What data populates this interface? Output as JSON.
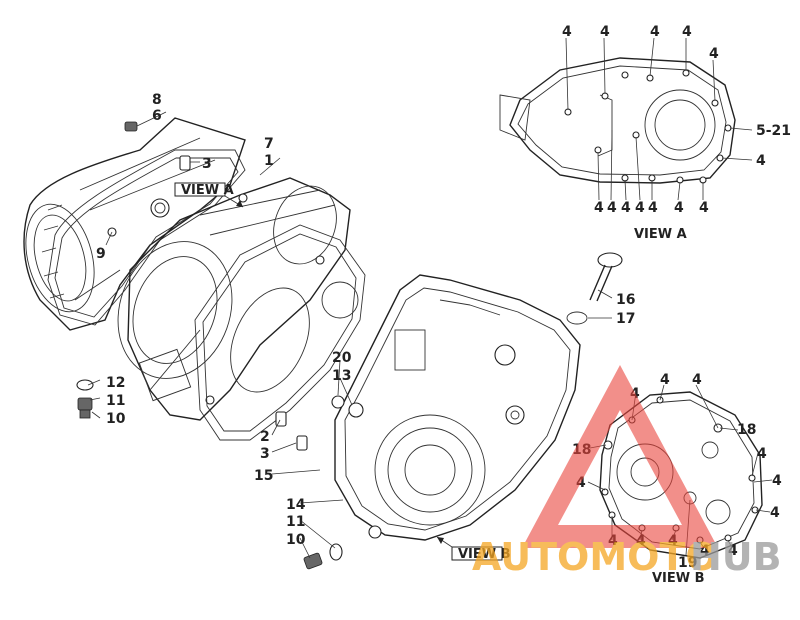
{
  "diagram": {
    "view_labels": {
      "view_a_caption": "VIEW A",
      "view_a_pointer": "VIEW A",
      "view_b_caption": "VIEW B",
      "view_b_pointer": "VIEW B"
    },
    "callouts": {
      "c8": "8",
      "c6": "6",
      "c3a": "3",
      "c7": "7",
      "c1": "1",
      "c9": "9",
      "c12": "12",
      "c11a": "11",
      "c10a": "10",
      "c20": "20",
      "c13": "13",
      "c2": "2",
      "c3b": "3",
      "c15": "15",
      "c14": "14",
      "c11b": "11",
      "c10b": "10",
      "c16": "16",
      "c17": "17"
    },
    "view_a_callouts": {
      "top": [
        "4",
        "4",
        "4",
        "4",
        "4"
      ],
      "right": [
        "5-21",
        "4"
      ],
      "bottom": [
        "4",
        "4",
        "4",
        "4",
        "4",
        "4",
        "4"
      ]
    },
    "view_b_callouts": {
      "top": [
        "4",
        "4",
        "4"
      ],
      "left": [
        "18",
        "4"
      ],
      "right": [
        "18",
        "4",
        "4",
        "4"
      ],
      "bottom": [
        "4",
        "4",
        "4",
        "19",
        "4",
        "4"
      ]
    },
    "watermark": {
      "text_a": "AUTOMOTO",
      "text_b": "HUB",
      "color_red": "#e8453c",
      "color_orange": "#f5a623"
    }
  }
}
